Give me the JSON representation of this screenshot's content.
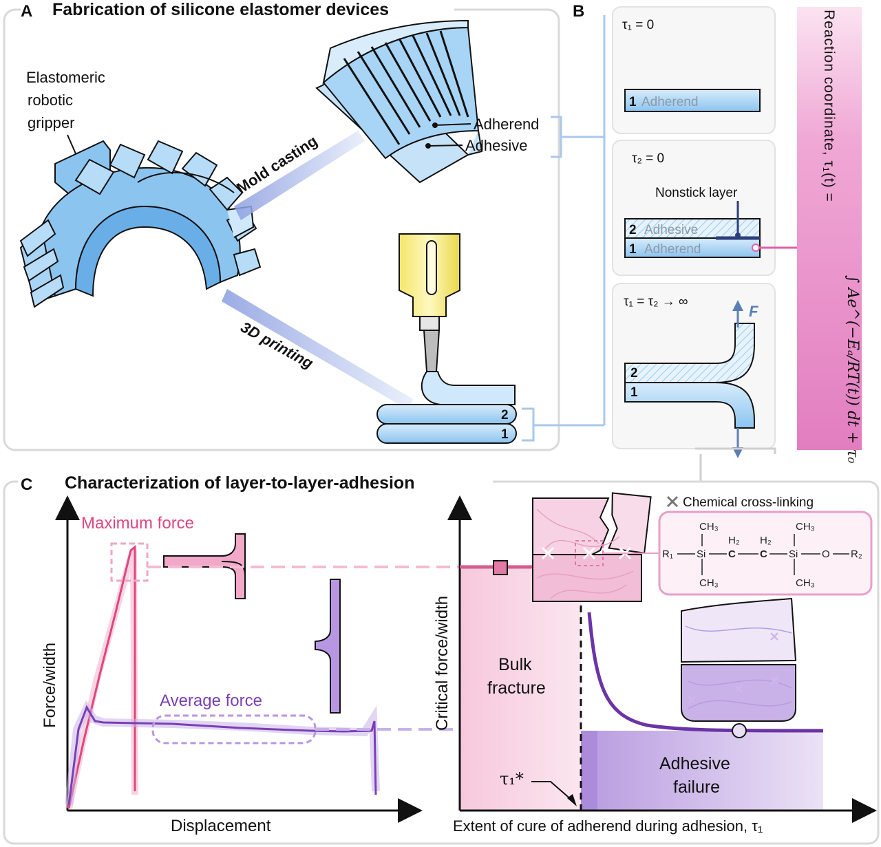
{
  "panel_a": {
    "label": "A",
    "title": "Fabrication of silicone elastomer devices",
    "gripper_label": [
      "Elastomeric",
      "robotic",
      "gripper"
    ],
    "mold_casting": "Mold casting",
    "printing": "3D printing",
    "adherend": "Adherend",
    "adhesive": "Adhesive",
    "layer_top": "2",
    "layer_bottom": "1"
  },
  "panel_b": {
    "label": "B",
    "stage1": "τ₁ = 0",
    "stage2": "τ₂ = 0",
    "stage3": "τ₁ = τ₂ → ∞",
    "layer1_num": "1",
    "layer1_text": "Adherend",
    "layer2_num": "2",
    "layer2_text": "Adhesive",
    "nonstick": "Nonstick layer",
    "force": "F",
    "reaction_title": "Reaction coordinate, τ₁(t) =",
    "reaction_formula": "∫ Ae^(−Eₐ/RT(t)) dt + τ₀"
  },
  "panel_c": {
    "label": "C",
    "title": "Characterization of layer-to-layer-adhesion",
    "max_force": "Maximum force",
    "avg_force": "Average force",
    "ylabel_left": "Force/width",
    "xlabel_left": "Displacement",
    "ylabel_right": "Critical force/width",
    "xlabel_right": "Extent of  cure of adherend  during adhesion, τ₁",
    "tau_star": "τ₁*",
    "bulk": [
      "Bulk",
      "fracture"
    ],
    "adhesive_failure": [
      "Adhesive",
      "failure"
    ],
    "crosslink_legend": "Chemical cross-linking",
    "chem": {
      "ch3": "CH₃",
      "h2": "H₂",
      "r1": "R₁",
      "r2": "R₂",
      "si": "Si",
      "c": "C",
      "o": "O"
    }
  },
  "colors": {
    "pink": "#e0457f",
    "purple": "#7a3fb4",
    "blue": "#a8d4f5",
    "blue_dark": "#5b8fc7",
    "pink_band": "#e987c4"
  }
}
